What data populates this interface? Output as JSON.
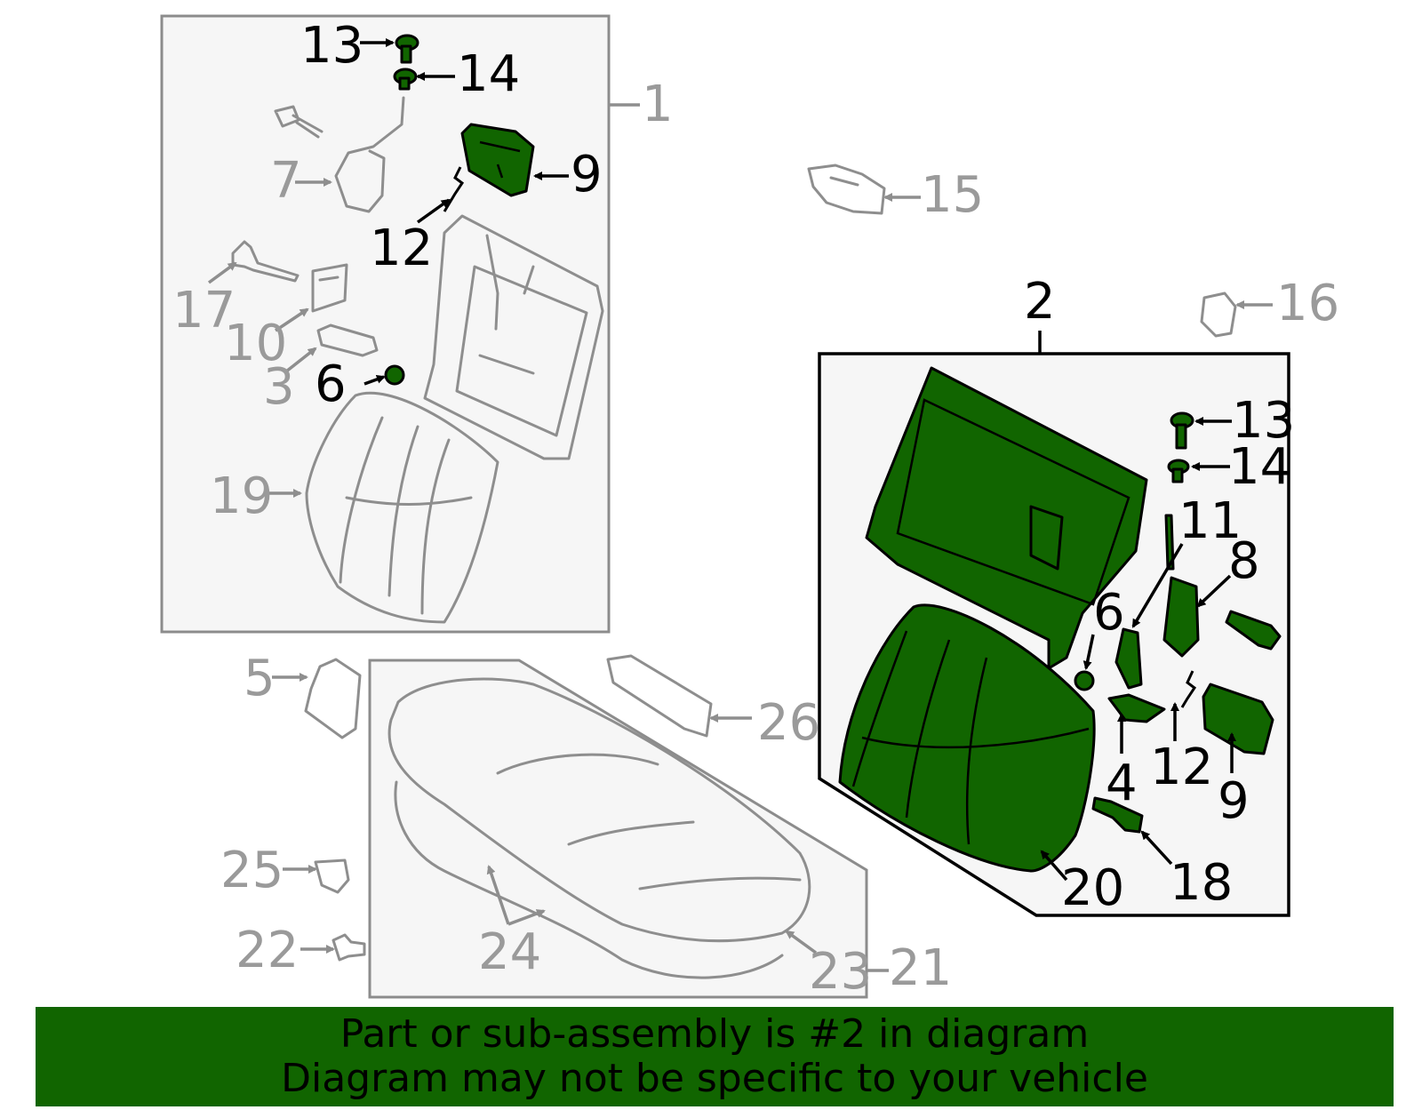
{
  "colors": {
    "highlight": "#116500",
    "banner": "#116500",
    "inactive": "#9a9a9a",
    "active": "#000000"
  },
  "callouts": {
    "c1": "1",
    "c2": "2",
    "c3": "3",
    "c4": "4",
    "c5": "5",
    "c6a": "6",
    "c6b": "6",
    "c7": "7",
    "c8": "8",
    "c9a": "9",
    "c9b": "9",
    "c10": "10",
    "c11": "11",
    "c12a": "12",
    "c12b": "12",
    "c13a": "13",
    "c13b": "13",
    "c14a": "14",
    "c14b": "14",
    "c15": "15",
    "c16": "16",
    "c17": "17",
    "c18": "18",
    "c19": "19",
    "c20": "20",
    "c21": "21",
    "c22": "22",
    "c23": "23",
    "c24": "24",
    "c25": "25",
    "c26": "26"
  },
  "banner": {
    "line1": "Part or sub-assembly is #2 in diagram",
    "line2": "Diagram may not be specific to your vehicle"
  }
}
